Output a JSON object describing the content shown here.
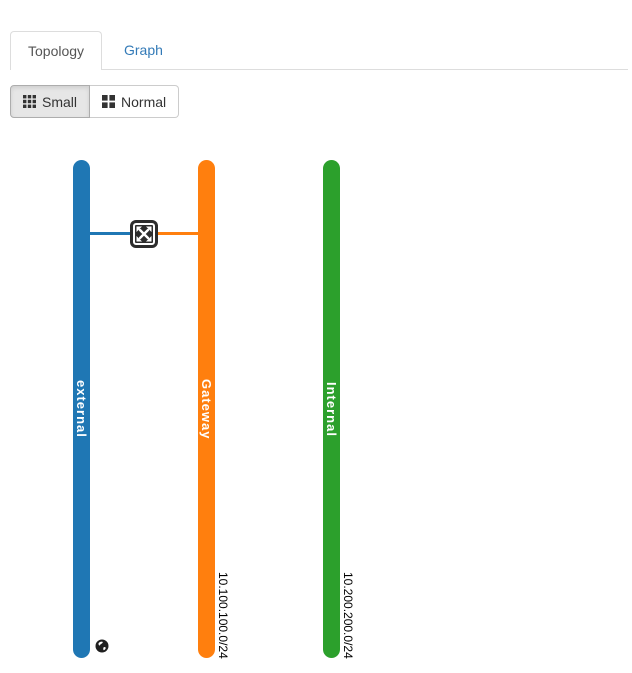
{
  "tabs": {
    "topology": "Topology",
    "graph": "Graph"
  },
  "view_buttons": {
    "small": {
      "label": "Small",
      "icon": "grid-3x3-icon",
      "active": true
    },
    "normal": {
      "label": "Normal",
      "icon": "grid-2x2-icon",
      "active": false
    }
  },
  "topology": {
    "networks": [
      {
        "name": "external",
        "color": "#1f77b4",
        "subnet": ""
      },
      {
        "name": "Gateway",
        "color": "#ff7f0e",
        "subnet": "10.100.100.0/24"
      },
      {
        "name": "Internal",
        "color": "#2ca02c",
        "subnet": "10.200.200.0/24"
      }
    ],
    "router": {
      "icon": "router-icon",
      "connects": [
        "external",
        "Gateway"
      ]
    },
    "external_gateway_marker": {
      "icon": "globe-icon",
      "network": "external"
    }
  },
  "colors": {
    "tab_link": "#337ab7",
    "tab_border": "#dddddd",
    "active_tab_text": "#555555",
    "button_active_bg": "#e6e6e6",
    "button_border": "#cccccc",
    "router_fill": "#2d2d2d",
    "marker_fill": "#1f1f1f"
  }
}
